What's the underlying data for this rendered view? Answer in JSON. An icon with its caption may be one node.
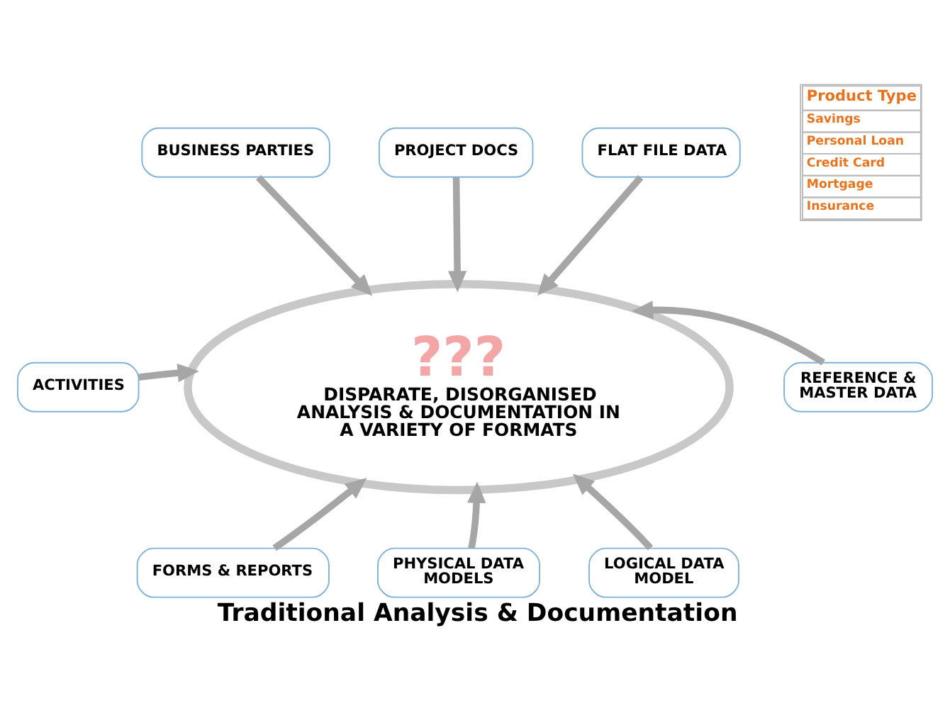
{
  "diagram": {
    "title": "Traditional Analysis & Documentation",
    "nodes": [
      {
        "text": [
          "BUSINESS PARTIES"
        ]
      },
      {
        "text": [
          "PROJECT DOCS"
        ]
      },
      {
        "text": [
          "FLAT FILE DATA"
        ]
      },
      {
        "text": [
          "???",
          "DISPARATE, DISORGANISED ANALYSIS & DOCUMENTATION IN A VARIETY OF FORMATS"
        ]
      },
      {
        "text": [
          "REFERENCE & MASTER DATA"
        ]
      },
      {
        "text": [
          "ACTIVITIES"
        ]
      },
      {
        "text": [
          "FORMS & REPORTS"
        ]
      },
      {
        "text": [
          "PHYSICAL DATA MODELS"
        ]
      },
      {
        "text": [
          "LOGICAL DATA MODEL"
        ]
      }
    ],
    "edges": [
      {
        "from": 0,
        "to": 3,
        "arrow": "to"
      },
      {
        "from": 1,
        "to": 3,
        "arrow": "to"
      },
      {
        "from": 2,
        "to": 3,
        "arrow": "to"
      },
      {
        "from": 4,
        "to": 3,
        "arrow": "to"
      },
      {
        "from": 5,
        "to": 3,
        "arrow": "to"
      },
      {
        "from": 6,
        "to": 3,
        "arrow": "to"
      },
      {
        "from": 7,
        "to": 3,
        "arrow": "to"
      },
      {
        "from": 8,
        "to": 3,
        "arrow": "to"
      }
    ],
    "labels": [
      "Product Type",
      "Savings",
      "Personal Loan",
      "Credit Card",
      "Mortgage",
      "Insurance"
    ]
  }
}
